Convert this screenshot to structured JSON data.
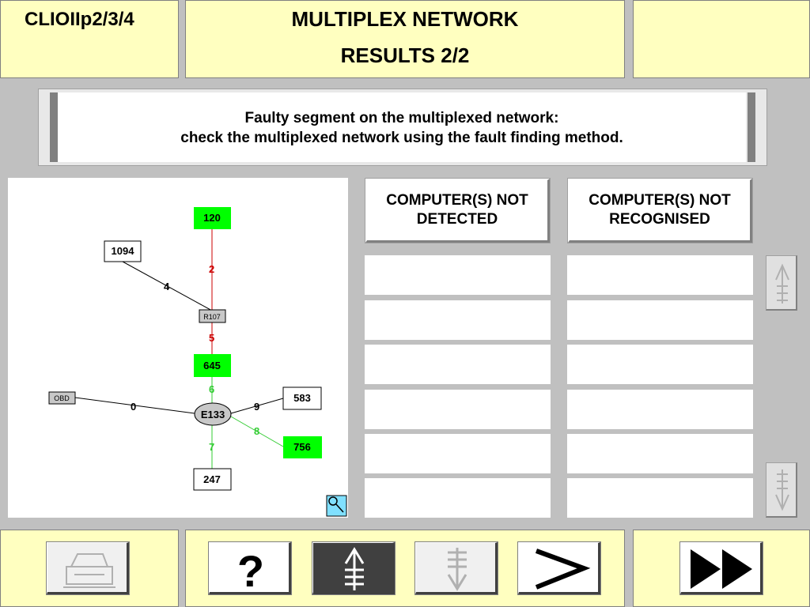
{
  "header": {
    "model": "CLIOIIp2/3/4",
    "title": "MULTIPLEX NETWORK",
    "subtitle": "RESULTS 2/2"
  },
  "message": {
    "line1": "Faulty segment on the multiplexed network:",
    "line2": "check the multiplexed network using the fault finding method."
  },
  "diagram": {
    "nodes": {
      "n120": "120",
      "n1094": "1094",
      "r107": "R107",
      "n645": "645",
      "obd": "OBD",
      "e133": "E133",
      "n583": "583",
      "n756": "756",
      "n247": "247"
    },
    "segments": {
      "s2": "2",
      "s4": "4",
      "s5": "5",
      "s6": "6",
      "s0": "0",
      "s9": "9",
      "s8": "8",
      "s7": "7"
    },
    "colors": {
      "ok_fill": "#00ff00",
      "faulty_segment": "#cc0000",
      "ok_segment": "#33cc33",
      "normal_segment": "#000000"
    }
  },
  "columns": {
    "not_detected": "COMPUTER(S) NOT DETECTED",
    "not_recognised": "COMPUTER(S) NOT RECOGNISED"
  },
  "icons": {
    "zoom": "magnifier-icon",
    "scroll_up": "scroll-up-icon",
    "scroll_down": "scroll-down-icon",
    "print": "printer-icon",
    "help": "question-mark-icon",
    "page_up": "page-up-icon",
    "page_down": "page-down-icon",
    "next": "next-arrow-icon",
    "fast_forward": "fast-forward-icon"
  }
}
